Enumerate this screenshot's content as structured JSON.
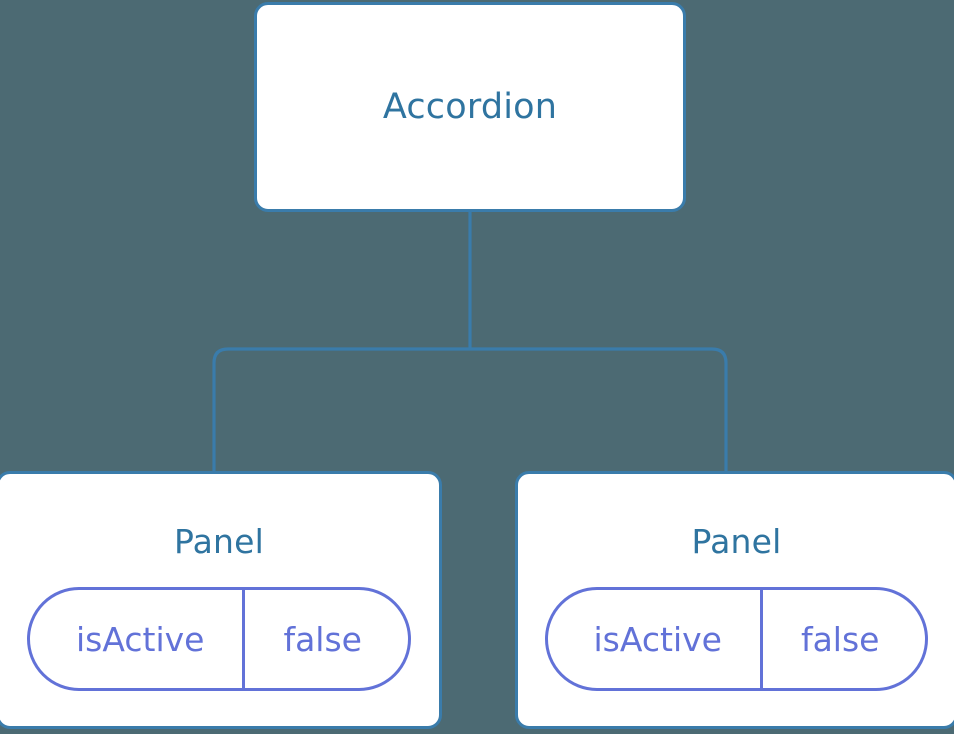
{
  "diagram": {
    "type": "component-tree",
    "background_color": "#4c6a73",
    "edge_color": "#3a7cab",
    "node_border_color": "#3a7cab",
    "node_title_color": "#2f74a0",
    "prop_color": "#6272d8",
    "root": {
      "label": "Accordion"
    },
    "children": [
      {
        "label": "Panel",
        "props": [
          {
            "key": "isActive",
            "value": "false"
          }
        ]
      },
      {
        "label": "Panel",
        "props": [
          {
            "key": "isActive",
            "value": "false"
          }
        ]
      }
    ]
  }
}
